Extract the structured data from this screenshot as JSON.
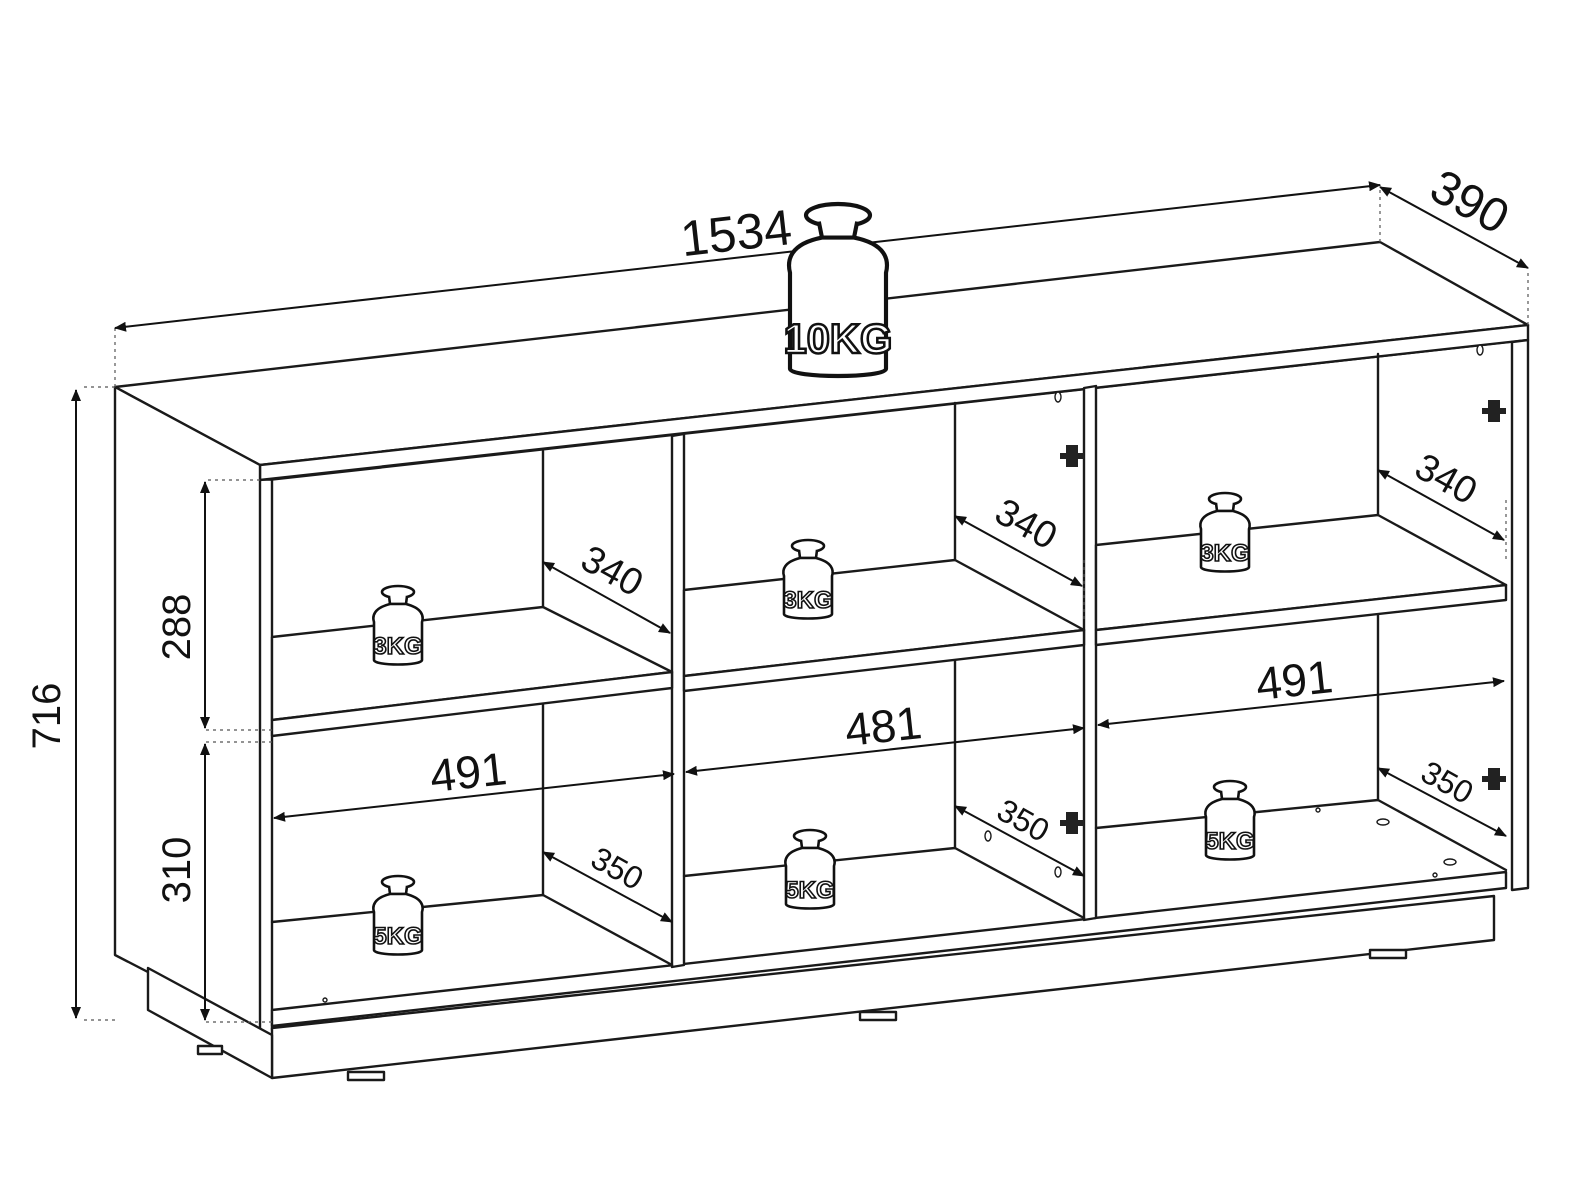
{
  "dimensions": {
    "width": "1534",
    "depth": "390",
    "height": "716",
    "upper_compartment_height": "288",
    "lower_compartment_height": "310",
    "left_compartment_width": "491",
    "middle_compartment_width": "481",
    "right_compartment_width": "491",
    "left_upper_shelf_depth": "340",
    "middle_upper_shelf_depth": "340",
    "right_upper_shelf_depth": "340",
    "left_lower_depth": "350",
    "middle_lower_depth": "350",
    "right_lower_depth": "350"
  },
  "weights": {
    "top": "10KG",
    "left_upper": "3KG",
    "middle_upper": "3KG",
    "right_upper": "3KG",
    "left_lower": "5KG",
    "middle_lower": "5KG",
    "right_lower": "5KG"
  }
}
